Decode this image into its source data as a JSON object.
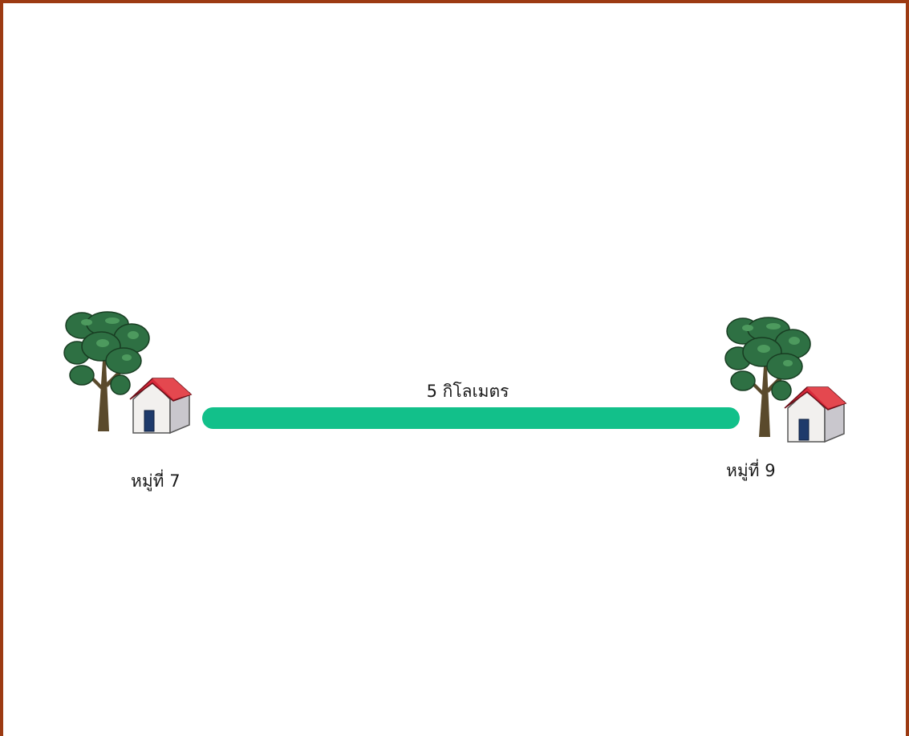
{
  "colors": {
    "frame": "#9c3a12",
    "road": "#12c08a",
    "roof": "#d8283a",
    "wall": "#f2f0ee",
    "foliage": "#2e7043",
    "trunk": "#5a4a2c"
  },
  "road": {
    "distance_label": "5 กิโลเมตร"
  },
  "villages": {
    "left": {
      "label": "หมู่ที่ 7",
      "icons": [
        "tree-icon",
        "house-icon"
      ]
    },
    "right": {
      "label": "หมู่ที่ 9",
      "icons": [
        "tree-icon",
        "house-icon"
      ]
    }
  }
}
